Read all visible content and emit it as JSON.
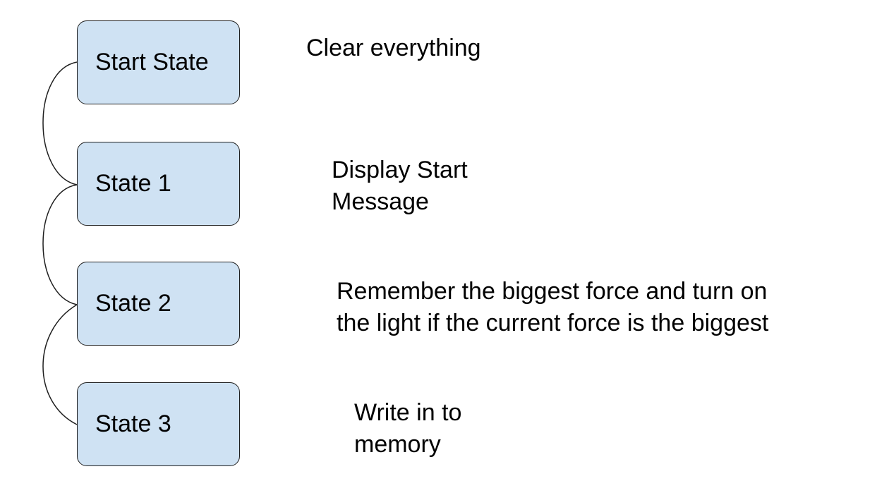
{
  "diagram": {
    "states": [
      {
        "label": "Start State",
        "description": [
          "Clear everything"
        ]
      },
      {
        "label": "State 1",
        "description": [
          "Display Start",
          "Message"
        ]
      },
      {
        "label": "State 2",
        "description": [
          "Remember the biggest force and turn on",
          "the light if the current force is the biggest"
        ]
      },
      {
        "label": "State 3",
        "description": [
          "Write in to",
          "memory"
        ]
      }
    ],
    "colors": {
      "box_fill": "#cfe2f3",
      "box_border": "#1f1f1f",
      "connector": "#1f1f1f",
      "text": "#000000"
    }
  }
}
